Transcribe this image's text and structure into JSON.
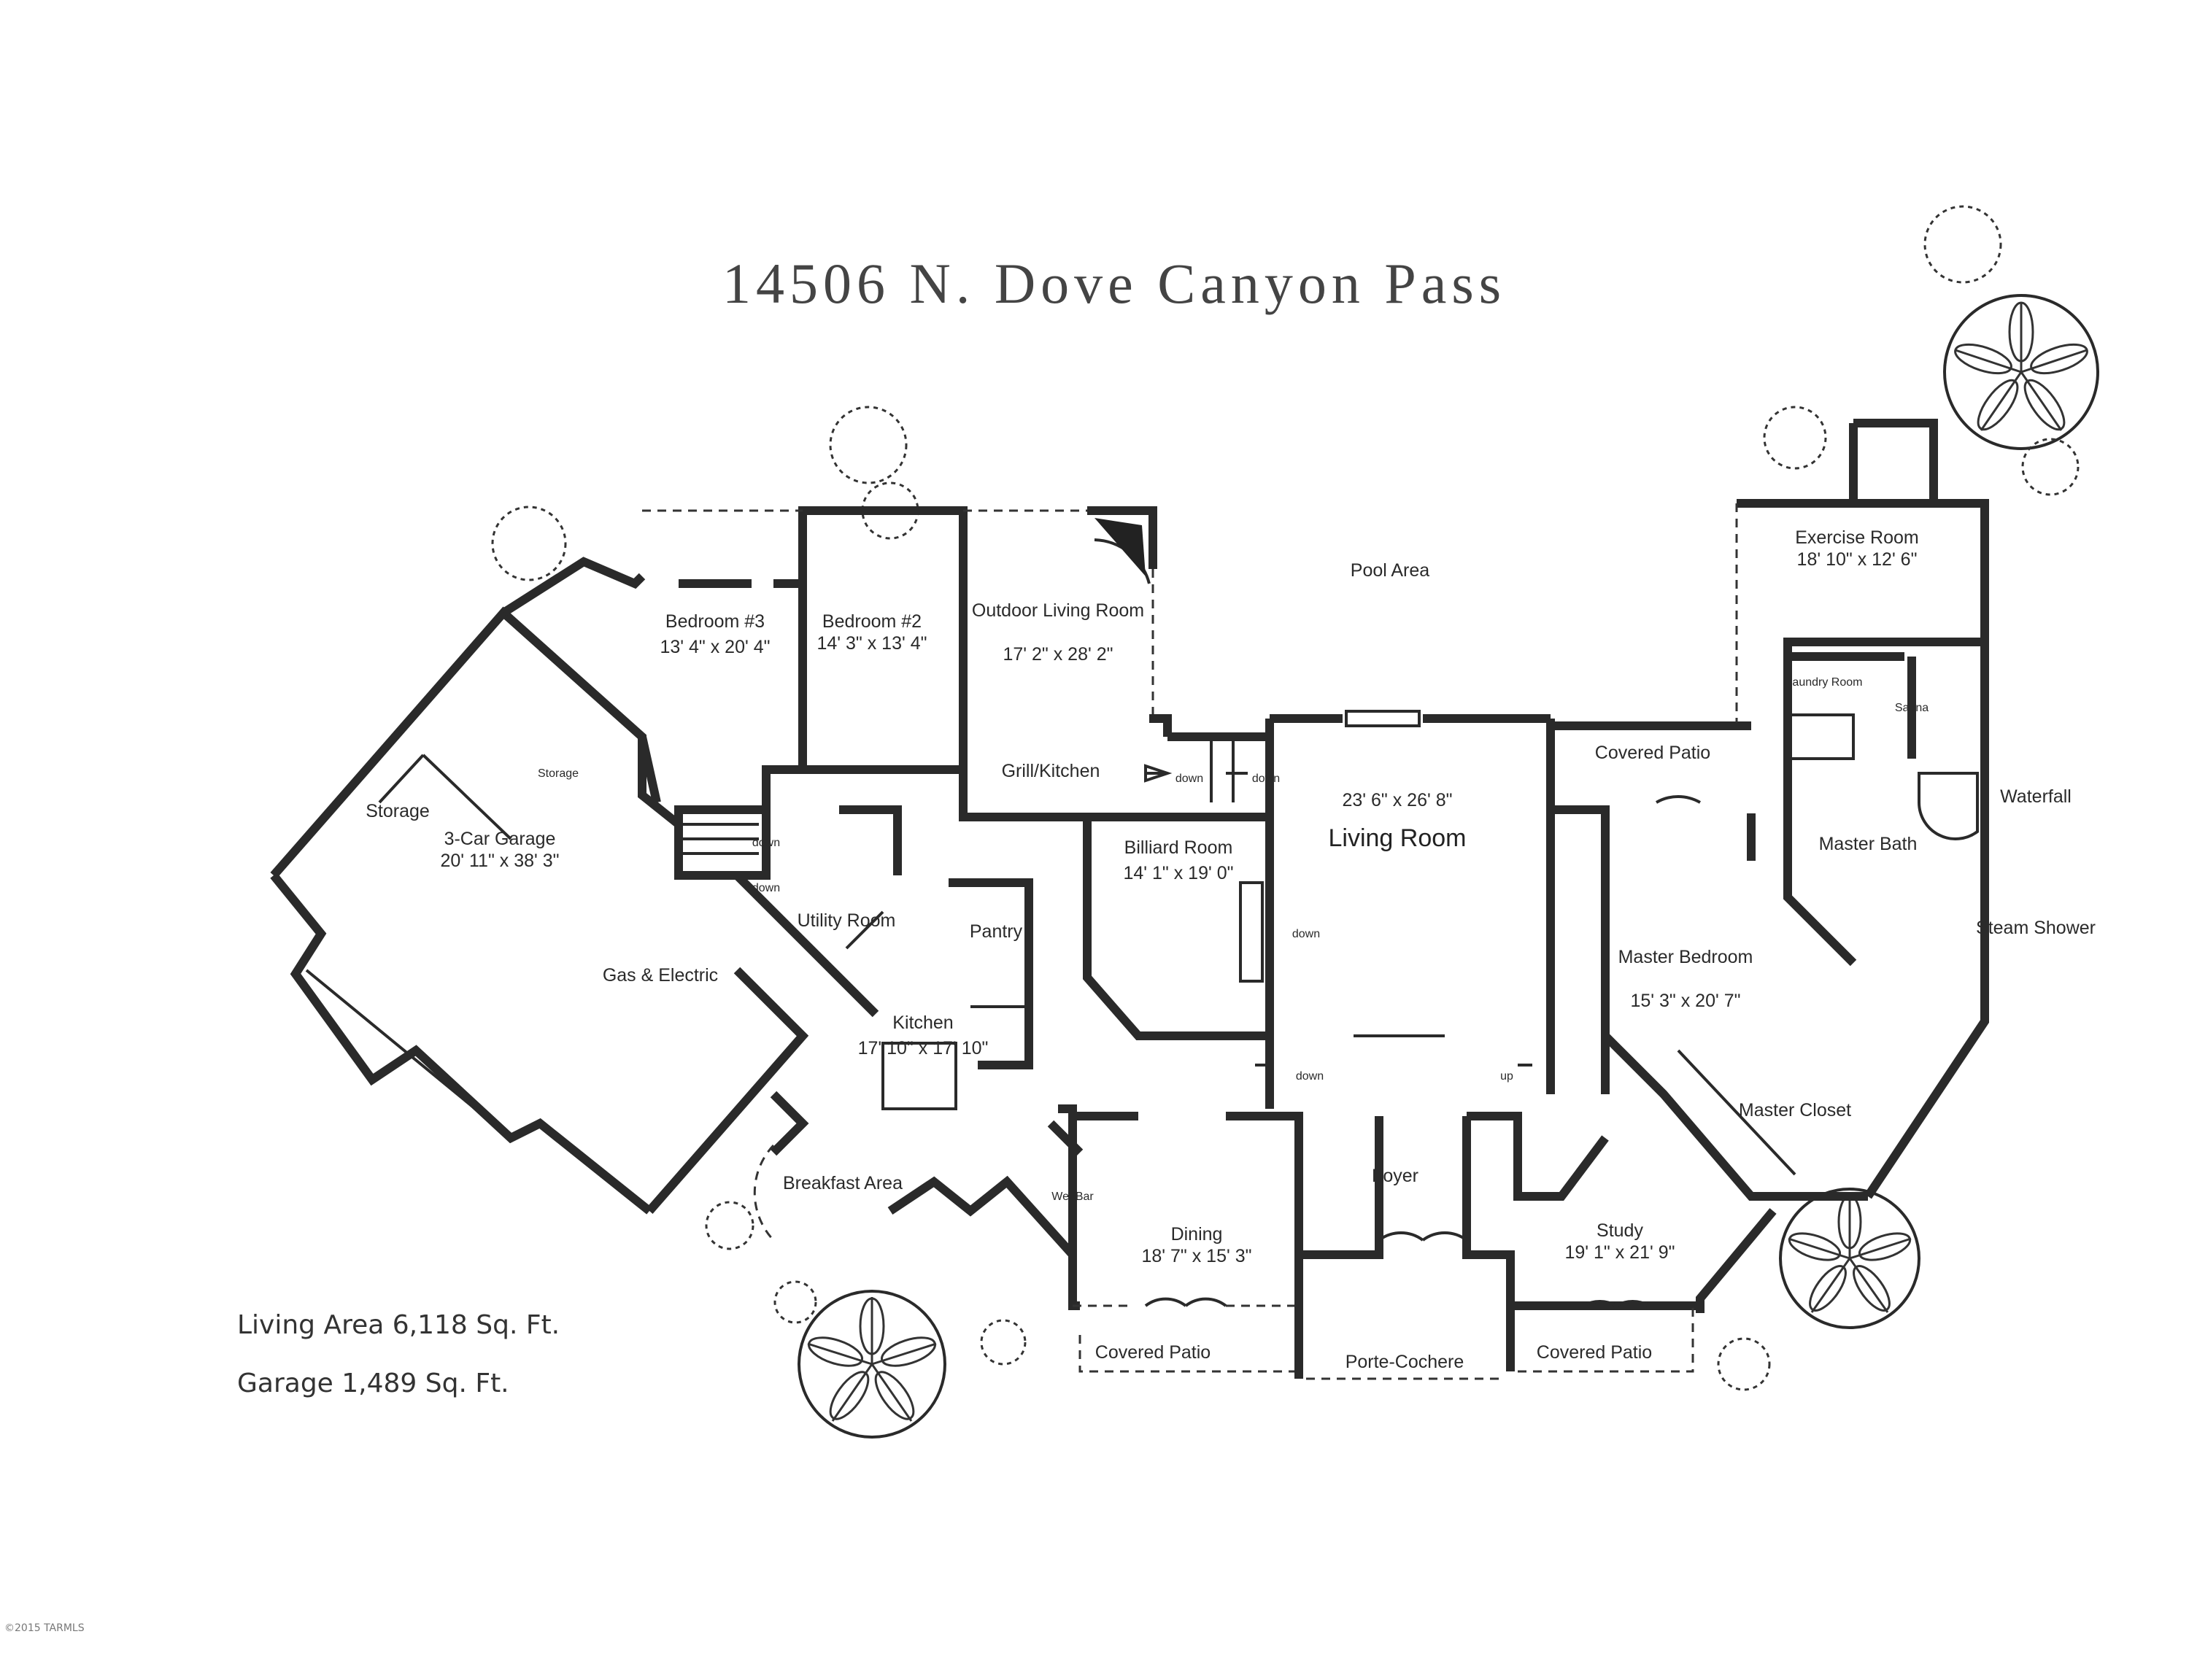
{
  "title": "14506 N. Dove Canyon Pass",
  "areas": {
    "living": "Living Area 6,118 Sq. Ft.",
    "garage": "Garage 1,489 Sq. Ft."
  },
  "rooms": {
    "pool_area": "Pool Area",
    "exercise_room": "Exercise Room",
    "exercise_room_dim": "18' 10\" x 12' 6\"",
    "laundry_room": "Laundry Room",
    "sauna": "Sauna",
    "waterfall": "Waterfall",
    "master_bath": "Master Bath",
    "steam_shower": "Steam Shower",
    "master_bedroom": "Master Bedroom",
    "master_bedroom_dim": "15' 3\" x 20' 7\"",
    "master_closet": "Master Closet",
    "covered_patio": "Covered Patio",
    "living_room": "Living Room",
    "living_room_dim": "23' 6\" x 26' 8\"",
    "outdoor_living_room": "Outdoor Living Room",
    "outdoor_living_room_dim": "17' 2\" x 28' 2\"",
    "grill_kitchen": "Grill/Kitchen",
    "billiard_room": "Billiard Room",
    "billiard_room_dim": "14' 1\" x 19' 0\"",
    "bedroom_3": "Bedroom #3",
    "bedroom_3_dim": "13' 4\" x 20' 4\"",
    "bedroom_2": "Bedroom #2",
    "bedroom_2_dim": "14' 3\" x 13' 4\"",
    "storage": "Storage",
    "garage": "3-Car Garage",
    "garage_dim": "20' 11\" x 38' 3\"",
    "utility_room": "Utility Room",
    "gas_electric": "Gas & Electric",
    "pantry": "Pantry",
    "kitchen": "Kitchen",
    "kitchen_dim": "17' 10\" x 17' 10\"",
    "breakfast_area": "Breakfast Area",
    "wet_bar": "Wet Bar",
    "dining": "Dining",
    "dining_dim": "18' 7\" x 15' 3\"",
    "foyer": "Foyer",
    "porte_cochere": "Porte-Cochere",
    "study": "Study",
    "study_dim": "19' 1\" x 21' 9\"",
    "down": "down",
    "up": "up"
  },
  "copyright": "©2015 TARMLS"
}
